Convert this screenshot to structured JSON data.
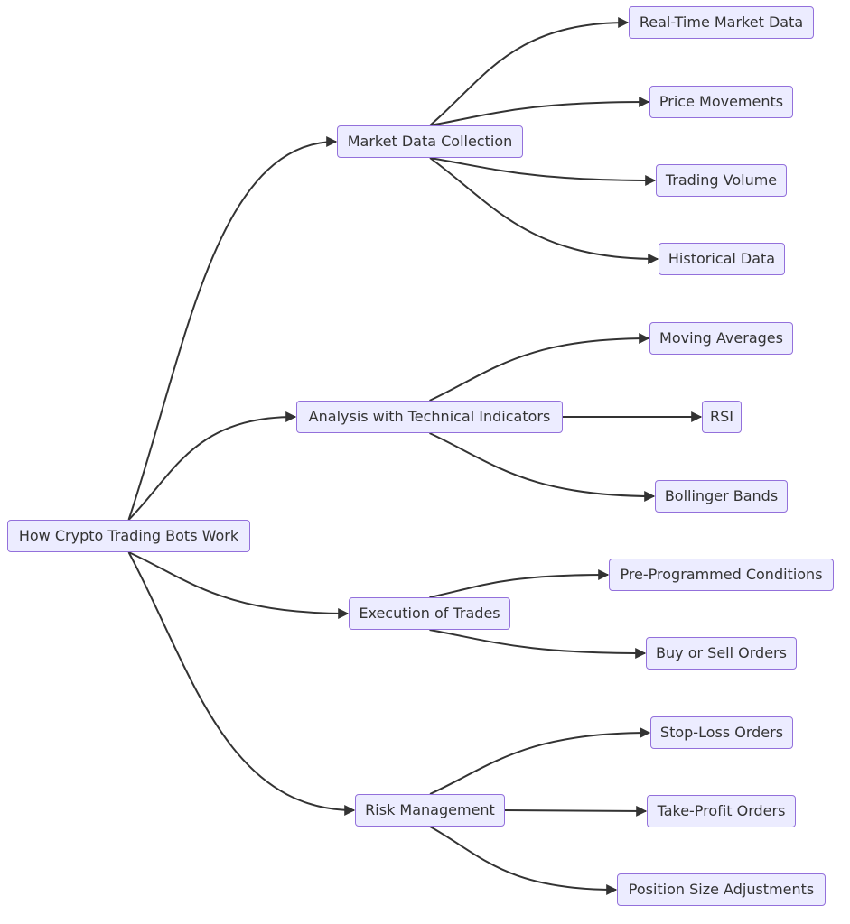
{
  "diagram": {
    "root": {
      "id": "root",
      "label": "How Crypto Trading Bots Work"
    },
    "nodes": [
      {
        "id": "market",
        "label": "Market Data Collection",
        "parent": "root"
      },
      {
        "id": "analysis",
        "label": "Analysis with Technical Indicators",
        "parent": "root"
      },
      {
        "id": "execution",
        "label": "Execution of Trades",
        "parent": "root"
      },
      {
        "id": "risk",
        "label": "Risk Management",
        "parent": "root"
      },
      {
        "id": "realtime",
        "label": "Real-Time Market Data",
        "parent": "market"
      },
      {
        "id": "price",
        "label": "Price Movements",
        "parent": "market"
      },
      {
        "id": "volume",
        "label": "Trading Volume",
        "parent": "market"
      },
      {
        "id": "historical",
        "label": "Historical Data",
        "parent": "market"
      },
      {
        "id": "ma",
        "label": "Moving Averages",
        "parent": "analysis"
      },
      {
        "id": "rsi",
        "label": "RSI",
        "parent": "analysis"
      },
      {
        "id": "bollinger",
        "label": "Bollinger Bands",
        "parent": "analysis"
      },
      {
        "id": "preprog",
        "label": "Pre-Programmed Conditions",
        "parent": "execution"
      },
      {
        "id": "buysell",
        "label": "Buy or Sell Orders",
        "parent": "execution"
      },
      {
        "id": "stoploss",
        "label": "Stop-Loss Orders",
        "parent": "risk"
      },
      {
        "id": "takeprofit",
        "label": "Take-Profit Orders",
        "parent": "risk"
      },
      {
        "id": "position",
        "label": "Position Size Adjustments",
        "parent": "risk"
      }
    ],
    "colors": {
      "node_fill": "#ececff",
      "node_border": "#9370db",
      "text": "#333333",
      "edge": "#333333"
    }
  }
}
